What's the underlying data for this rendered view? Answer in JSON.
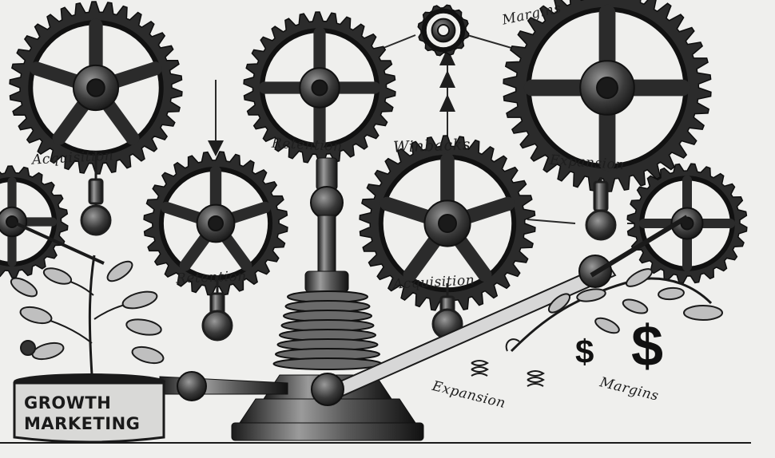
{
  "labels": {
    "margins_top": "Margins",
    "acquisition_top": "Acquisition",
    "retention_top": "Retention",
    "winbacks": "Winbacks",
    "expansion_top": "Expansion",
    "retention_mid": "Retention",
    "acquisition_mid": "Acquisition",
    "expansion_bottom": "Expansion",
    "margins_bottom": "Margins"
  },
  "pot": {
    "line1": "GROWTH",
    "line2": "MARKETING"
  },
  "symbols": {
    "dollar_small": "$",
    "dollar_large": "$"
  },
  "colors": {
    "ink": "#1e1e1e",
    "paper": "#efefed",
    "gear_face": "#2b2b2b",
    "gear_highlight": "#bdbdbd",
    "pot": "#d9d9d7"
  }
}
